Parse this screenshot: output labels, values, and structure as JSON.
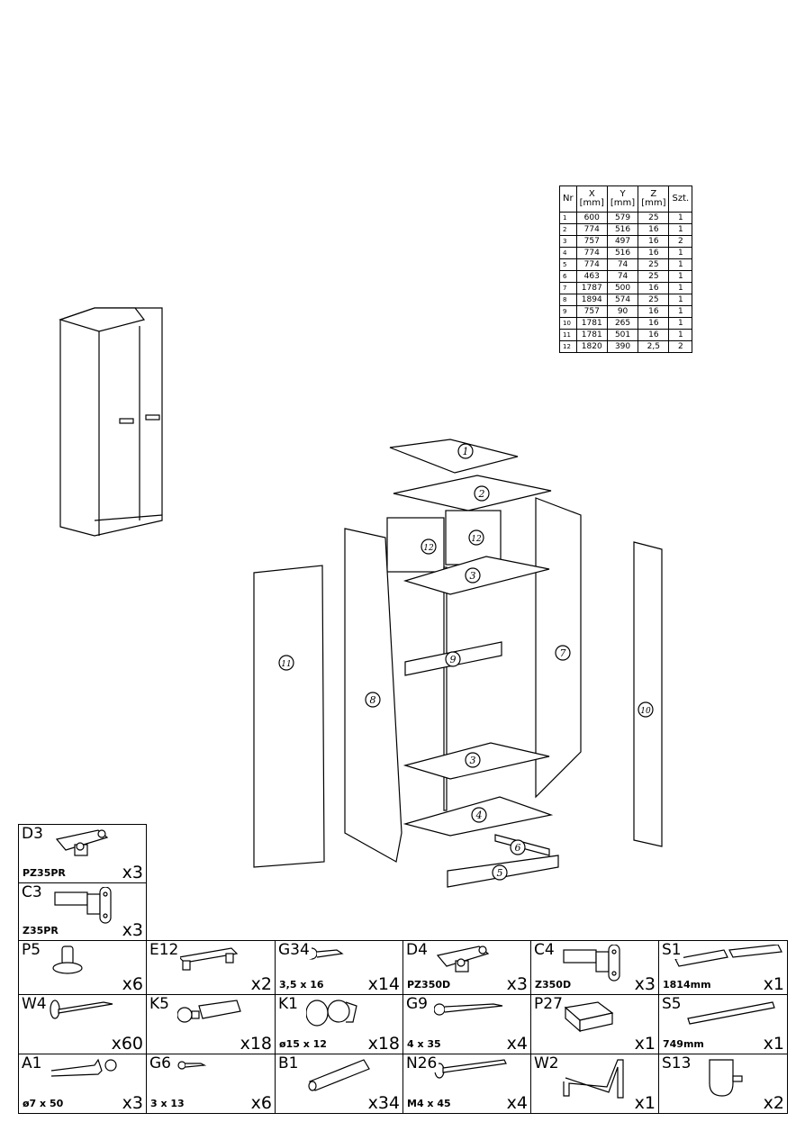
{
  "dimensions_table": {
    "headers": {
      "nr": "Nr",
      "x": "X",
      "y": "Y",
      "z": "Z",
      "unit": "[mm]",
      "qty": "Szt."
    },
    "rows": [
      [
        "1",
        "600",
        "579",
        "25",
        "1"
      ],
      [
        "2",
        "774",
        "516",
        "16",
        "1"
      ],
      [
        "3",
        "757",
        "497",
        "16",
        "2"
      ],
      [
        "4",
        "774",
        "516",
        "16",
        "1"
      ],
      [
        "5",
        "774",
        "74",
        "25",
        "1"
      ],
      [
        "6",
        "463",
        "74",
        "25",
        "1"
      ],
      [
        "7",
        "1787",
        "500",
        "16",
        "1"
      ],
      [
        "8",
        "1894",
        "574",
        "25",
        "1"
      ],
      [
        "9",
        "757",
        "90",
        "16",
        "1"
      ],
      [
        "10",
        "1781",
        "265",
        "16",
        "1"
      ],
      [
        "11",
        "1781",
        "501",
        "16",
        "1"
      ],
      [
        "12",
        "1820",
        "390",
        "2,5",
        "2"
      ]
    ]
  },
  "diagram_labels": {
    "p1": "1",
    "p2": "2",
    "p12a": "12",
    "p12b": "12",
    "p3a": "3",
    "p9": "9",
    "p7": "7",
    "p8": "8",
    "p11": "11",
    "p10": "10",
    "p3b": "3",
    "p4": "4",
    "p6": "6",
    "p5": "5"
  },
  "hardware_top": [
    {
      "code": "D3",
      "size": "PZ35PR",
      "qty": "x3",
      "icon": "hinge-plate-icon"
    },
    {
      "code": "C3",
      "size": "Z35PR",
      "qty": "x3",
      "icon": "hinge-icon"
    }
  ],
  "hardware": [
    [
      {
        "code": "P5",
        "size": "",
        "qty": "x6",
        "icon": "furniture-foot-icon"
      },
      {
        "code": "E12",
        "size": "",
        "qty": "x2",
        "icon": "handle-icon"
      },
      {
        "code": "G34",
        "size": "3,5 x 16",
        "qty": "x14",
        "icon": "screw-icon"
      },
      {
        "code": "D4",
        "size": "PZ350D",
        "qty": "x3",
        "icon": "hinge-plate-icon"
      },
      {
        "code": "C4",
        "size": "Z350D",
        "qty": "x3",
        "icon": "hinge-icon"
      },
      {
        "code": "S1",
        "size": "1814mm",
        "qty": "x1",
        "icon": "rail-profile-icon"
      }
    ],
    [
      {
        "code": "W4",
        "size": "",
        "qty": "x60",
        "icon": "nail-icon"
      },
      {
        "code": "K5",
        "size": "",
        "qty": "x18",
        "icon": "cam-bolt-icon"
      },
      {
        "code": "K1",
        "size": "ø15 x 12",
        "qty": "x18",
        "icon": "cam-lock-icon"
      },
      {
        "code": "G9",
        "size": "4 x 35",
        "qty": "x4",
        "icon": "long-screw-icon"
      },
      {
        "code": "P27",
        "size": "",
        "qty": "x1",
        "icon": "bracket-icon"
      },
      {
        "code": "S5",
        "size": "749mm",
        "qty": "x1",
        "icon": "rod-icon"
      }
    ],
    [
      {
        "code": "A1",
        "size": "ø7 x 50",
        "qty": "x3",
        "icon": "wall-anchor-icon"
      },
      {
        "code": "G6",
        "size": "3 x 13",
        "qty": "x6",
        "icon": "small-screw-icon"
      },
      {
        "code": "B1",
        "size": "",
        "qty": "x34",
        "icon": "dowel-icon"
      },
      {
        "code": "N26",
        "size": "M4 x 45",
        "qty": "x4",
        "icon": "bolt-icon"
      },
      {
        "code": "W2",
        "size": "",
        "qty": "x1",
        "icon": "allen-key-icon"
      },
      {
        "code": "S13",
        "size": "",
        "qty": "x2",
        "icon": "rod-holder-icon"
      }
    ]
  ]
}
